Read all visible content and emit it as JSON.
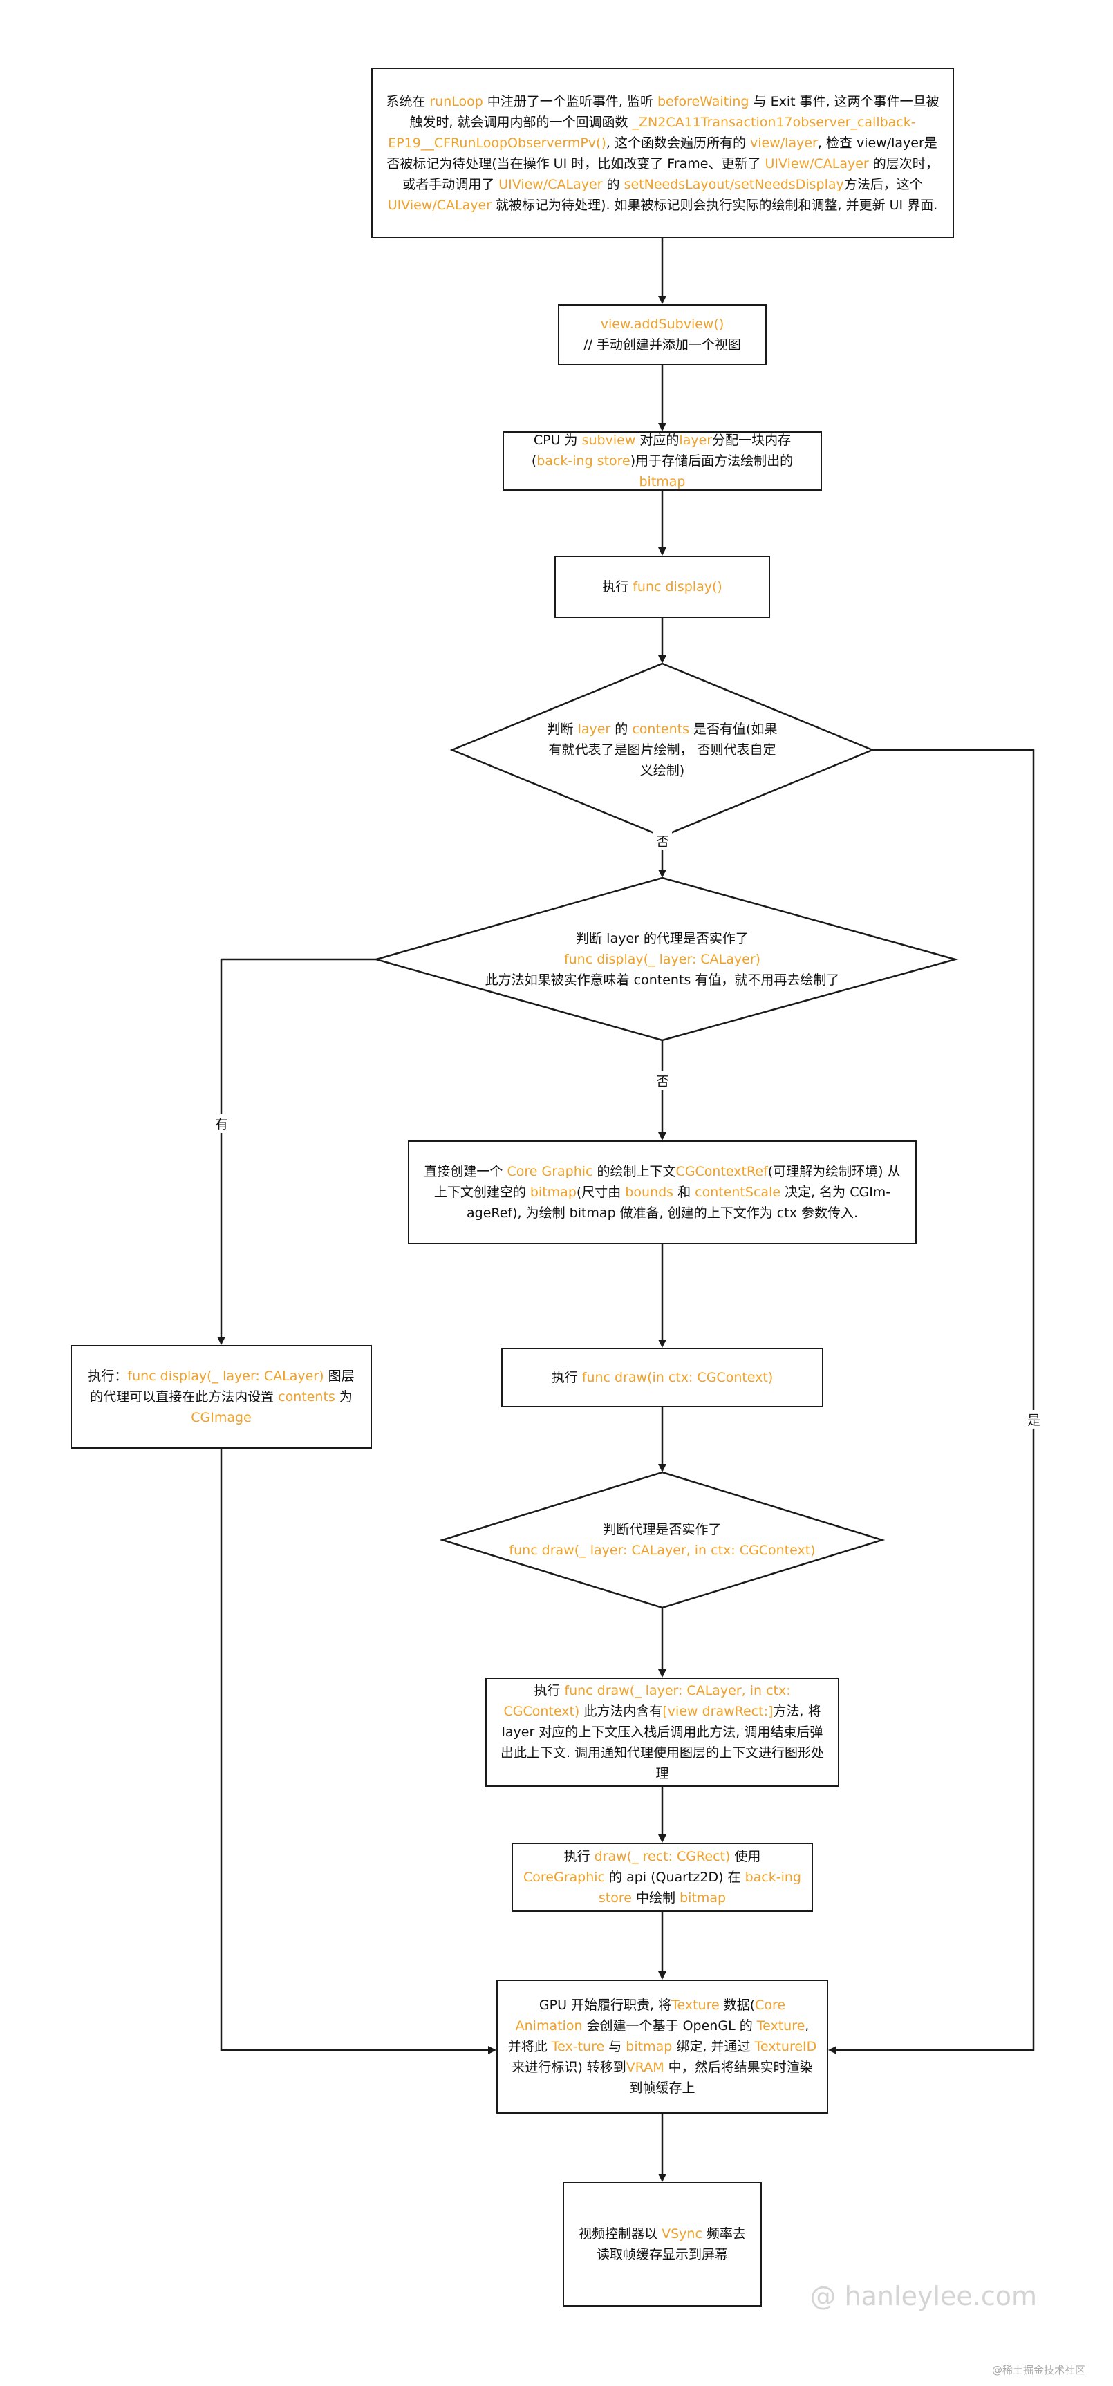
{
  "nodes": {
    "n1": [
      {
        "t": "系统在 "
      },
      {
        "t": "runLoop",
        "h": 1
      },
      {
        "t": " 中注册了一个监听事件, 监听 "
      },
      {
        "t": "beforeWaiting",
        "h": 1
      },
      {
        "t": " 与 Exit 事件, 这两个事件一旦被触发时, 就会调用内部的一个回调函数 "
      },
      {
        "t": "_ZN2CA11Transaction17observer_callback-EP19__CFRunLoopObservermPv()",
        "h": 1
      },
      {
        "t": ", 这个函数会遍历所有的 "
      },
      {
        "t": "view/layer",
        "h": 1
      },
      {
        "t": ", 检查 view/layer是否被标记为待处理(当在操作 UI 时，比如改变了 Frame、更新了 "
      },
      {
        "t": "UIView/CALayer",
        "h": 1
      },
      {
        "t": " 的层次时，或者手动调用了 "
      },
      {
        "t": "UIView/CALayer",
        "h": 1
      },
      {
        "t": " 的 "
      },
      {
        "t": "setNeedsLayout/setNeedsDisplay",
        "h": 1
      },
      {
        "t": "方法后，这个 "
      },
      {
        "t": "UIView/CALayer",
        "h": 1
      },
      {
        "t": " 就被标记为待处理). 如果被标记则会执行实际的绘制和调整, 并更新 UI 界面."
      }
    ],
    "n2a": [
      {
        "t": "view.addSubview()",
        "h": 1
      }
    ],
    "n2b": [
      {
        "t": "// 手动创建并添加一个视图"
      }
    ],
    "n3": [
      {
        "t": "CPU 为 "
      },
      {
        "t": "subview",
        "h": 1
      },
      {
        "t": " 对应的"
      },
      {
        "t": "layer",
        "h": 1
      },
      {
        "t": "分配一块内存("
      },
      {
        "t": "back-ing store",
        "h": 1
      },
      {
        "t": ")用于存储后面方法绘制出的 "
      },
      {
        "t": "bitmap",
        "h": 1
      }
    ],
    "n4": [
      {
        "t": "执行 "
      },
      {
        "t": "func display()",
        "h": 1
      }
    ],
    "d1": [
      {
        "t": "判断 "
      },
      {
        "t": "layer",
        "h": 1
      },
      {
        "t": " 的 "
      },
      {
        "t": "contents",
        "h": 1
      },
      {
        "t": " 是否有值(如果有就代表了是图片绘制， 否则代表自定义绘制)"
      }
    ],
    "d2a": [
      {
        "t": "判断 layer 的代理是否实作了"
      }
    ],
    "d2b": [
      {
        "t": "func display(_ layer: CALayer)",
        "h": 1
      }
    ],
    "d2c": [
      {
        "t": "此方法如果被实作意味着 contents 有值，就不用再去绘制了"
      }
    ],
    "n5": [
      {
        "t": "直接创建一个 "
      },
      {
        "t": "Core Graphic",
        "h": 1
      },
      {
        "t": " 的绘制上下文"
      },
      {
        "t": "CGContextRef",
        "h": 1
      },
      {
        "t": "(可理解为绘制环境) 从上下文创建空的 "
      },
      {
        "t": "bitmap",
        "h": 1
      },
      {
        "t": "(尺寸由 "
      },
      {
        "t": "bounds",
        "h": 1
      },
      {
        "t": " 和 "
      },
      {
        "t": "contentScale",
        "h": 1
      },
      {
        "t": " 决定, 名为 CGIm-ageRef), 为绘制 bitmap 做准备, 创建的上下文作为 ctx 参数传入."
      }
    ],
    "n6": [
      {
        "t": "执行 "
      },
      {
        "t": "func draw(in ctx: CGContext)",
        "h": 1
      }
    ],
    "nL": [
      {
        "t": "执行："
      },
      {
        "t": "func display(_ layer: CALayer)",
        "h": 1
      },
      {
        "t": " 图层的代理可以直接在此方法内设置 "
      },
      {
        "t": "contents",
        "h": 1
      },
      {
        "t": " 为 "
      },
      {
        "t": "CGImage",
        "h": 1
      }
    ],
    "d3a": [
      {
        "t": "判断代理是否实作了"
      }
    ],
    "d3b": [
      {
        "t": "func draw(_ layer: CALayer, in ctx: CGContext)",
        "h": 1
      }
    ],
    "n7": [
      {
        "t": "执行 "
      },
      {
        "t": "func draw(_ layer: CALayer, in ctx: CGContext)",
        "h": 1
      },
      {
        "t": " 此方法内含有"
      },
      {
        "t": "[view drawRect:]",
        "h": 1
      },
      {
        "t": "方法, 将 layer 对应的上下文压入栈后调用此方法, 调用结束后弹出此上下文. 调用通知代理使用图层的上下文进行图形处理"
      }
    ],
    "n8": [
      {
        "t": "执行 "
      },
      {
        "t": "draw(_ rect: CGRect)",
        "h": 1
      },
      {
        "t": " 使用 "
      },
      {
        "t": "CoreGraphic",
        "h": 1
      },
      {
        "t": " 的 api (Quartz2D) 在 "
      },
      {
        "t": "back-ing store",
        "h": 1
      },
      {
        "t": " 中绘制 "
      },
      {
        "t": "bitmap",
        "h": 1
      }
    ],
    "n9": [
      {
        "t": "GPU 开始履行职责, 将"
      },
      {
        "t": "Texture",
        "h": 1
      },
      {
        "t": " 数据("
      },
      {
        "t": "Core Animation",
        "h": 1
      },
      {
        "t": " 会创建一个基于 OpenGL 的 "
      },
      {
        "t": "Texture",
        "h": 1
      },
      {
        "t": ", 并将此 "
      },
      {
        "t": "Tex-ture",
        "h": 1
      },
      {
        "t": " 与 "
      },
      {
        "t": "bitmap",
        "h": 1
      },
      {
        "t": " 绑定, 并通过 "
      },
      {
        "t": "TextureID",
        "h": 1
      },
      {
        "t": " 来进行标识) 转移到"
      },
      {
        "t": "VRAM",
        "h": 1
      },
      {
        "t": " 中，然后将结果实时渲染到帧缓存上"
      }
    ],
    "n10": [
      {
        "t": "视频控制器以 "
      },
      {
        "t": "VSync",
        "h": 1
      },
      {
        "t": " 频率去读取帧缓存显示到屏幕"
      }
    ]
  },
  "edge_labels": {
    "no1": "否",
    "no2": "否",
    "yes_left": "有",
    "yes_right": "是"
  },
  "watermarks": {
    "main": "@ hanleylee.com",
    "footer": "@稀土掘金技术社区"
  },
  "colors": {
    "highlight": "#f0a12a",
    "stroke": "#1a1a1a"
  }
}
